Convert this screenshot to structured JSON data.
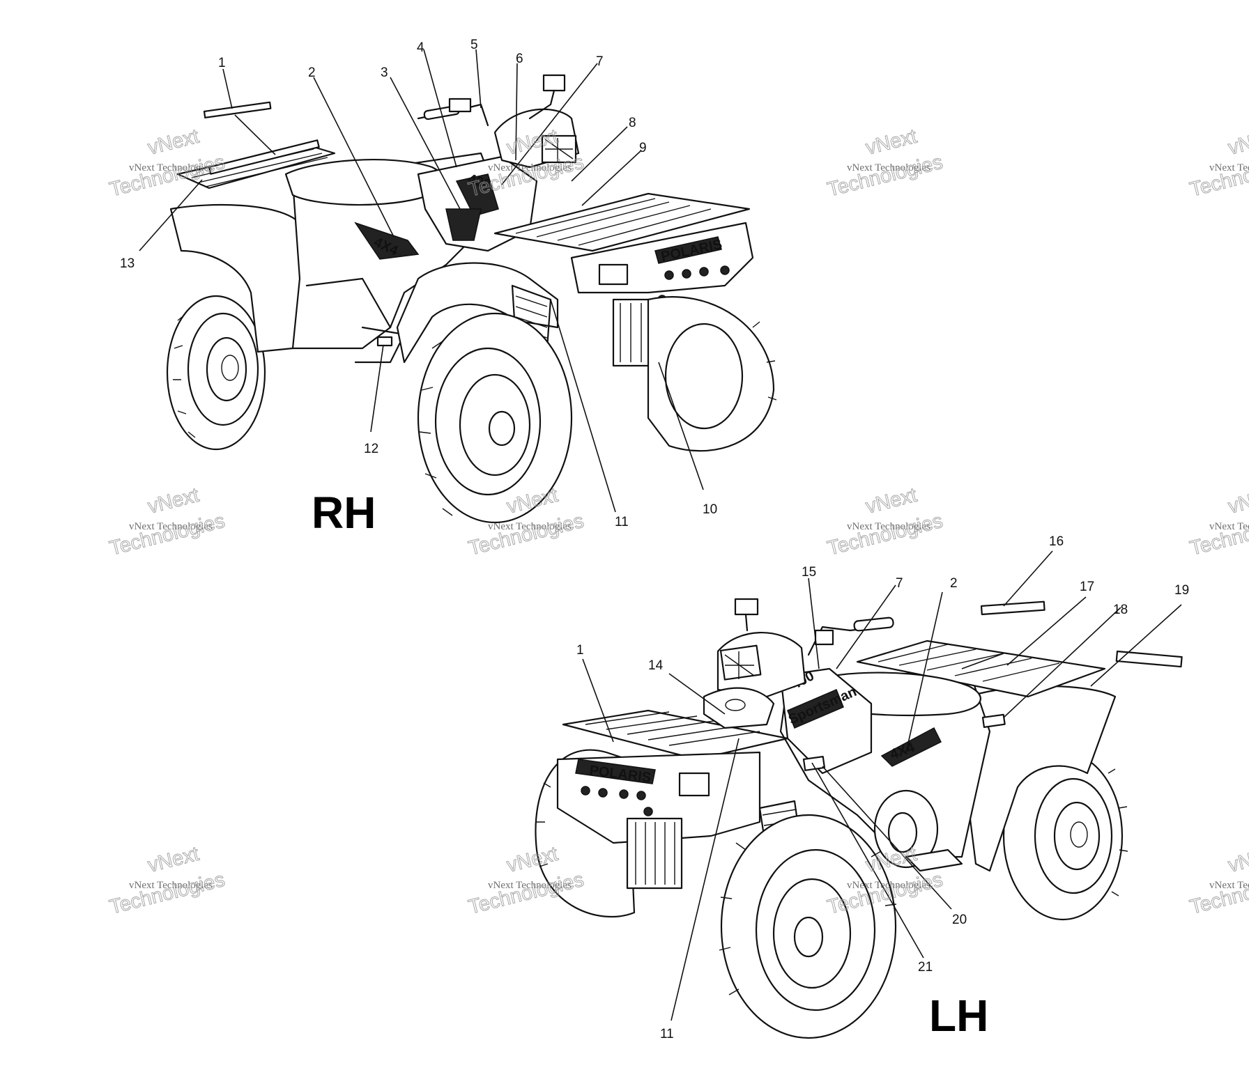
{
  "views": {
    "rh": {
      "label": "RH",
      "callouts": [
        "1",
        "2",
        "3",
        "4",
        "5",
        "6",
        "7",
        "8",
        "9",
        "10",
        "11",
        "12",
        "13"
      ]
    },
    "lh": {
      "label": "LH",
      "callouts": [
        "1",
        "14",
        "15",
        "7",
        "2",
        "16",
        "17",
        "18",
        "19",
        "20",
        "21",
        "11"
      ]
    }
  },
  "decals": {
    "brand": "POLARIS",
    "model_number": "400",
    "model_name": "Sportsman",
    "drive": "4X4"
  },
  "watermark": {
    "company": "vNext Technologies",
    "brand_small": "vNext",
    "brand_large": "Technologies"
  }
}
